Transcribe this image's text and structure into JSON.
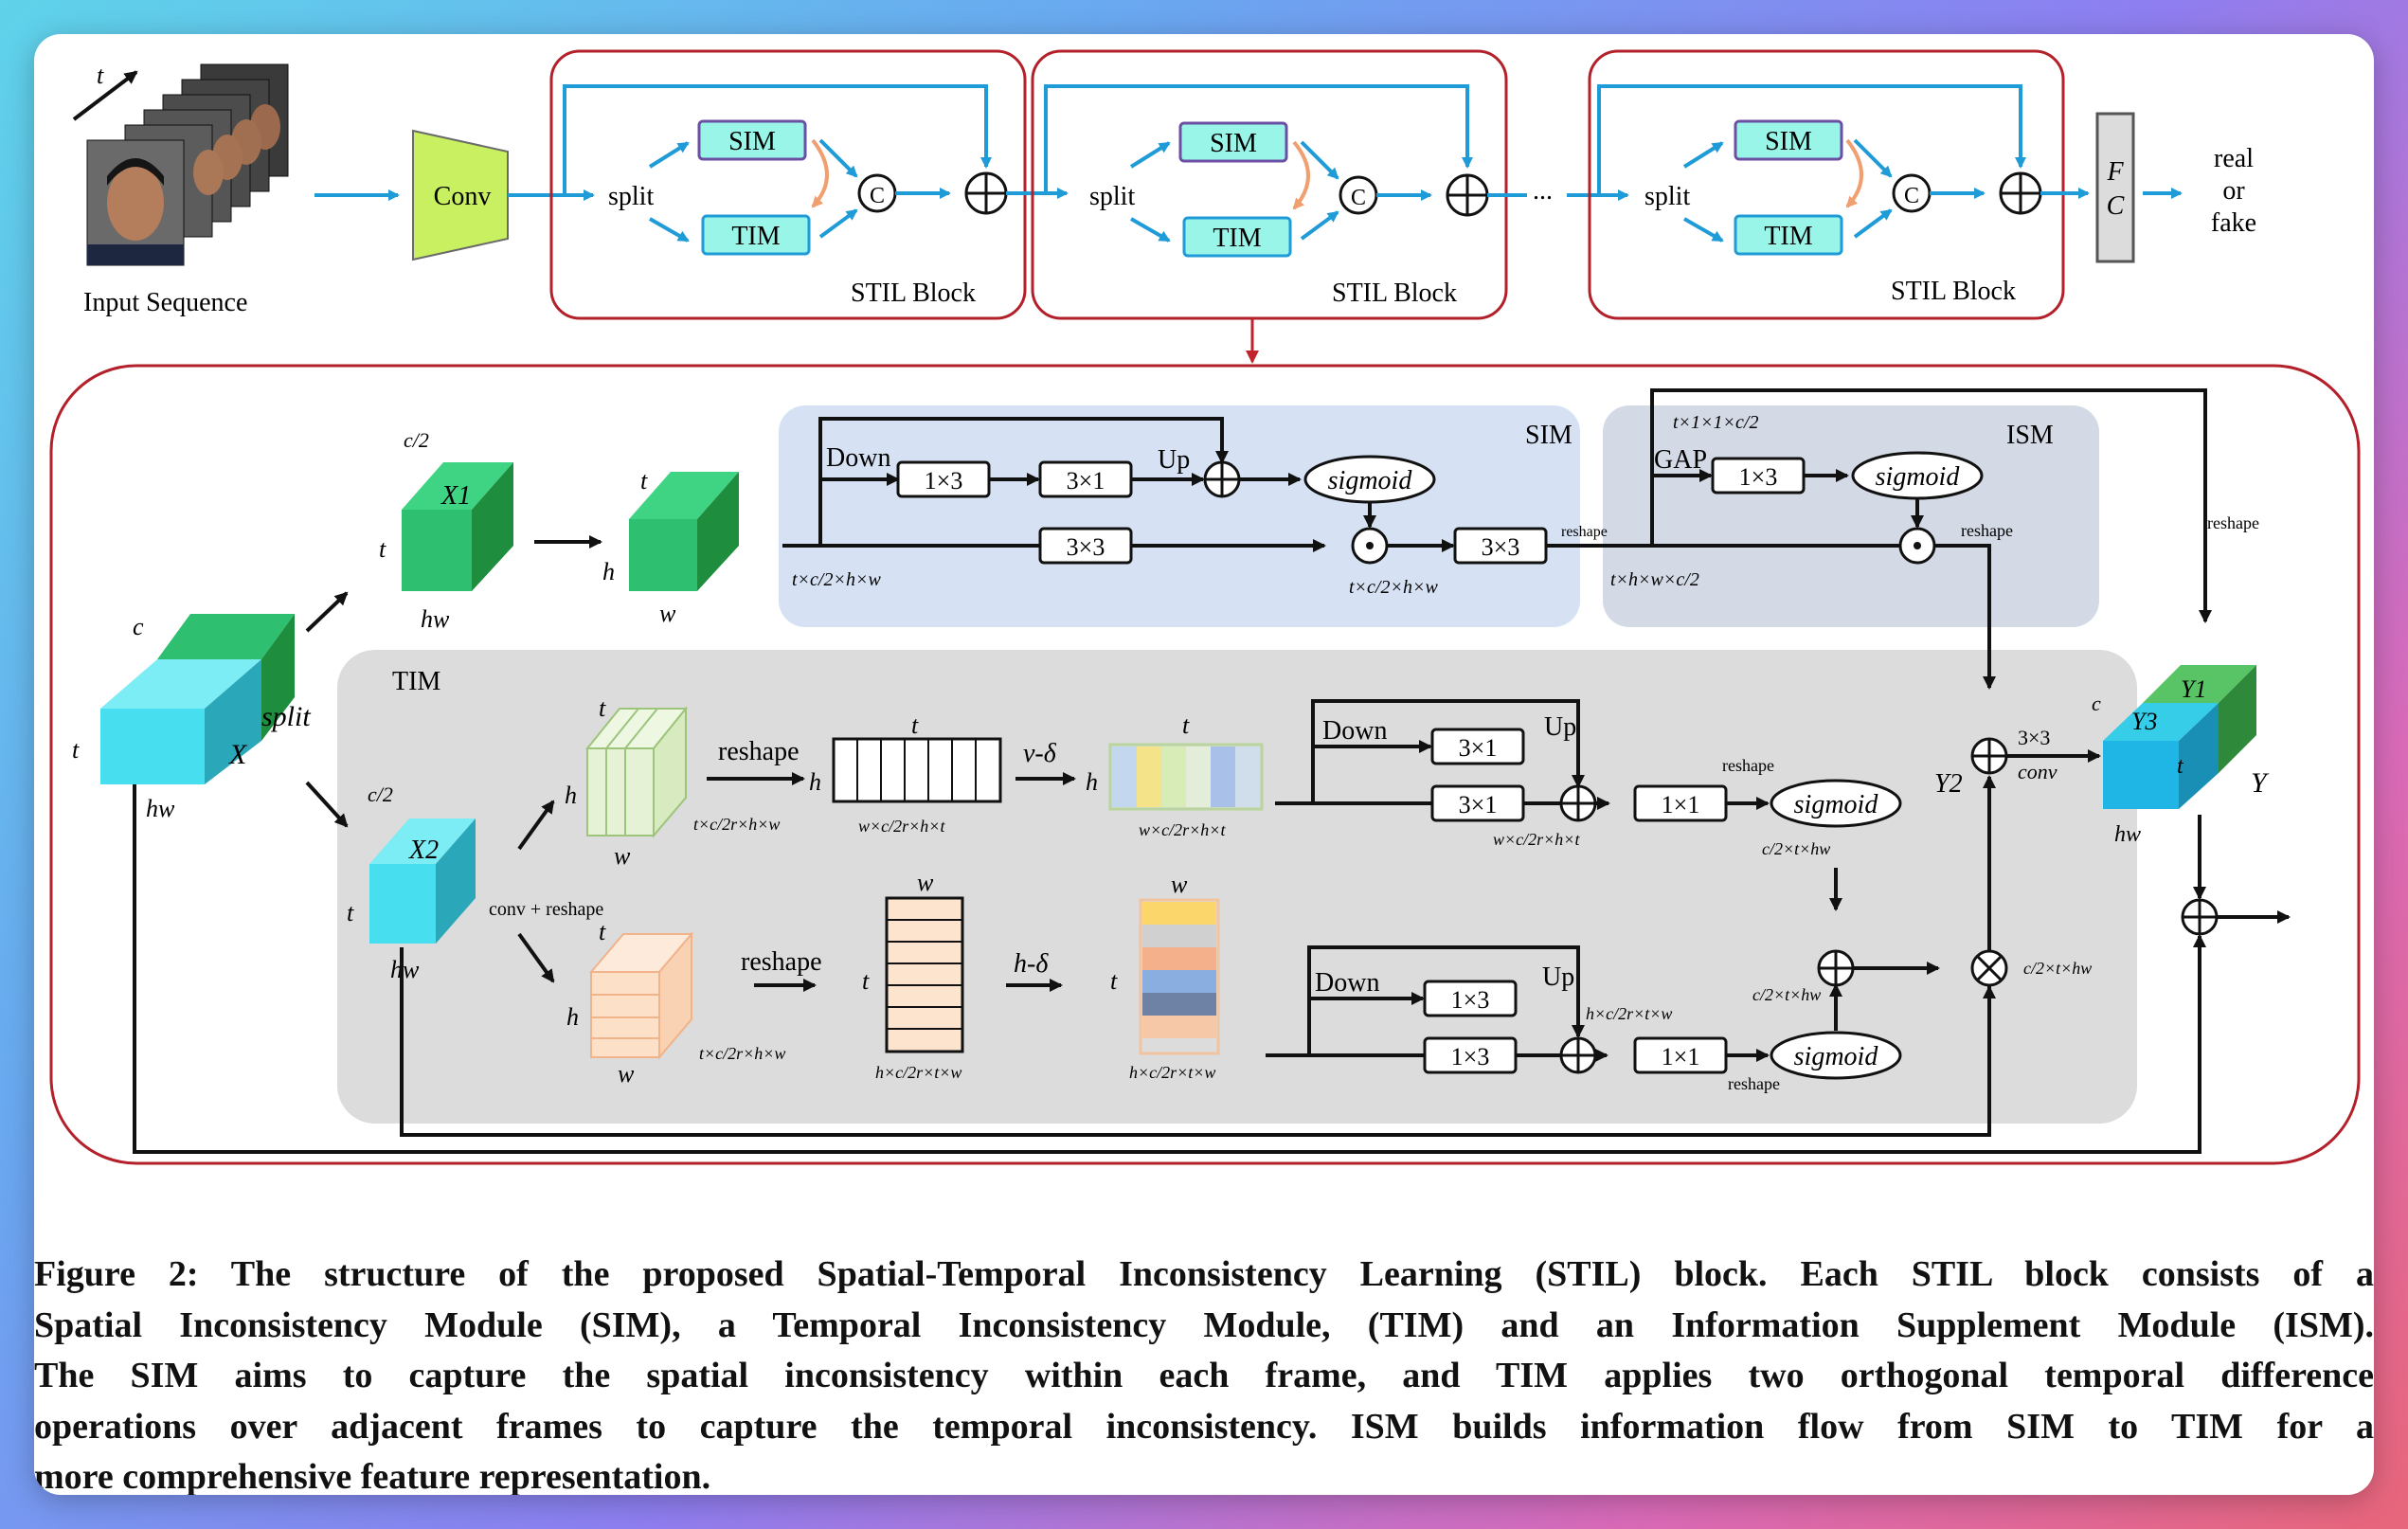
{
  "top": {
    "input_label": "Input Sequence",
    "t_label": "t",
    "conv_label": "Conv",
    "split_label": "split",
    "sim_label": "SIM",
    "tim_label": "TIM",
    "concat_symbol": "C",
    "block_label": "STIL Block",
    "ellipsis": "...",
    "fc_label_1": "F",
    "fc_label_2": "C",
    "out_1": "real",
    "out_2": "or",
    "out_3": "fake"
  },
  "detail": {
    "sim_title": "SIM",
    "ism_title": "ISM",
    "tim_title": "TIM",
    "down": "Down",
    "up": "Up",
    "k13": "1×3",
    "k31": "3×1",
    "k33": "3×3",
    "k11": "1×1",
    "sigmoid": "sigmoid",
    "gap": "GAP",
    "reshape": "reshape",
    "split": "split",
    "conv_reshape": "conv + reshape",
    "v_delta": "v-δ",
    "h_delta": "h-δ",
    "conv": "conv",
    "k33_conv": "3×3",
    "c": "c",
    "t": "t",
    "h": "h",
    "w": "w",
    "hw": "hw",
    "X": "X",
    "X1": "X1",
    "X2": "X2",
    "Y": "Y",
    "Y1": "Y1",
    "Y2": "Y2",
    "Y3": "Y3",
    "c_over_2": "c/2",
    "dim_sim_in": "t×c/2×h×w",
    "dim_sim_out": "t×c/2×h×w",
    "dim_ism_in": "t×h×w×c/2",
    "dim_ism_gap": "t×1×1×c/2",
    "dim_tim_v": "t×c/2r×h×w",
    "dim_tim_h": "t×c/2r×h×w",
    "dim_v_reshape": "w×c/2r×h×t",
    "dim_v_delta": "w×c/2r×h×t",
    "dim_v_sum": "w×c/2r×h×t",
    "dim_h_reshape": "h×c/2r×t×w",
    "dim_h_delta": "h×c/2r×t×w",
    "dim_h_sum": "h×c/2r×t×w",
    "dim_sig_v": "c/2×t×hw",
    "dim_sig_h": "c/2×t×hw",
    "dim_mul": "c/2×t×hw"
  },
  "caption": {
    "line1": "Figure 2: The structure of the proposed Spatial-Temporal Inconsistency Learning (STIL) block. Each STIL block consists of a",
    "line2": "Spatial Inconsistency Module (SIM), a Temporal Inconsistency Module, (TIM) and an Information Supplement Module (ISM).",
    "line3": "The SIM aims to capture the spatial inconsistency within each frame, and TIM applies two orthogonal temporal difference",
    "line4": "operations over adjacent frames to capture the temporal inconsistency. ISM builds information flow from SIM to TIM for a",
    "line5": "more comprehensive feature representation."
  },
  "colors": {
    "flow_blue": "#1f9bd7",
    "block_red": "#b3202a",
    "sim_fill": "#99f5e8",
    "sim_stroke": "#6b4fa3",
    "conv_fill": "#c9f060",
    "green_cube": "#2ea84f",
    "cyan_cube": "#47dfef",
    "sim_panel": "#d6e2f4",
    "ism_panel": "#d3d9e5",
    "tim_panel": "#dcdcdc"
  }
}
